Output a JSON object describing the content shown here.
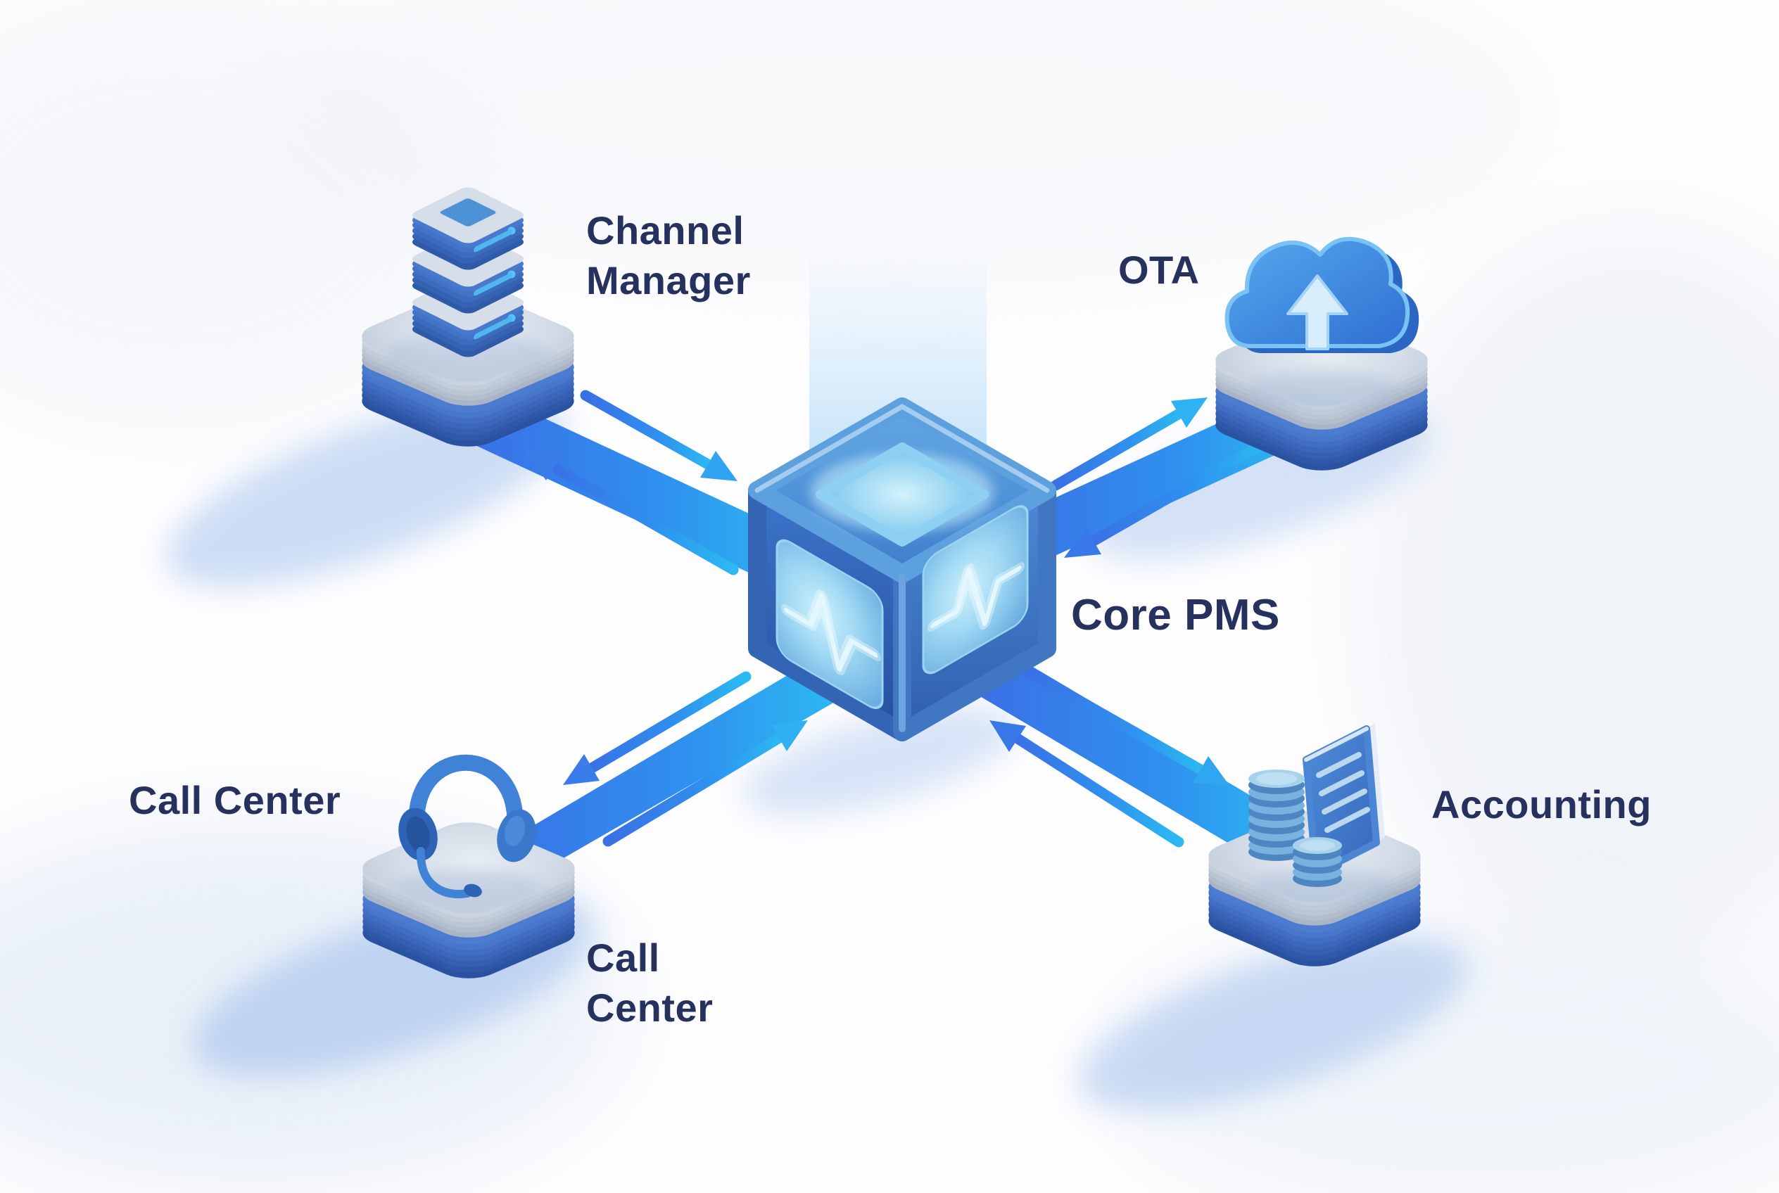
{
  "diagram": {
    "type": "hub-and-spoke-isometric",
    "background": "#fdfdfe",
    "text_color": "#26315e",
    "arrow_color_start": "#3a70e6",
    "arrow_color_end": "#2cbaf2",
    "center": {
      "id": "core-pms",
      "label": "Core PMS",
      "icon": "glowing-cube-icon"
    },
    "nodes": [
      {
        "id": "channel-manager",
        "label": "Channel Manager",
        "icon": "server-stack-icon",
        "position": "top-left"
      },
      {
        "id": "ota",
        "label": "OTA",
        "icon": "cloud-upload-icon",
        "position": "top-right"
      },
      {
        "id": "call-center",
        "label": "Call Center",
        "secondary_label": "Call Center",
        "icon": "headset-icon",
        "position": "bottom-left"
      },
      {
        "id": "accounting",
        "label": "Accounting",
        "icon": "coins-ledger-icon",
        "position": "bottom-right"
      }
    ],
    "connections": [
      {
        "from": "channel-manager",
        "to": "core-pms",
        "bidirectional": true
      },
      {
        "from": "core-pms",
        "to": "ota",
        "bidirectional": true
      },
      {
        "from": "call-center",
        "to": "core-pms",
        "bidirectional": true
      },
      {
        "from": "core-pms",
        "to": "accounting",
        "bidirectional": true
      }
    ]
  }
}
